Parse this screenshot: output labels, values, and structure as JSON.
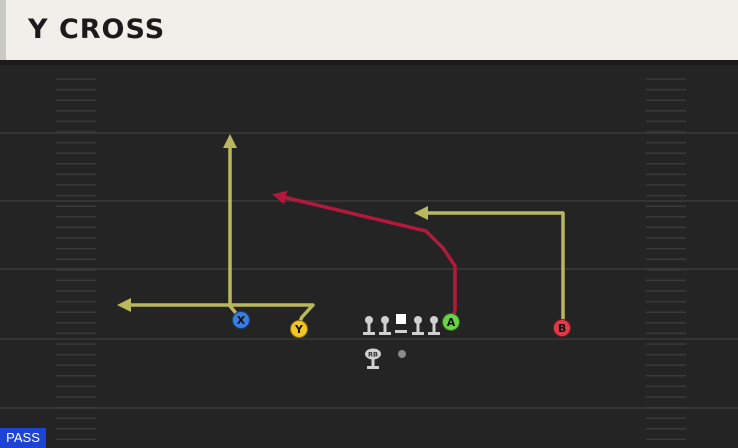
{
  "play": {
    "title": "Y CROSS",
    "type_badge": "PASS"
  },
  "receivers": [
    {
      "id": "X",
      "label": "X",
      "color": "#3a7ee2",
      "route_color": "#b9b85e"
    },
    {
      "id": "Y",
      "label": "Y",
      "color": "#f2c623",
      "route_color": "#b9b85e"
    },
    {
      "id": "A",
      "label": "A",
      "color": "#6cd14a",
      "route_color": "#b3193b"
    },
    {
      "id": "B",
      "label": "B",
      "color": "#e23b47",
      "route_color": "#b9b85e"
    }
  ],
  "backfield": {
    "rb_label": "RB"
  },
  "colors": {
    "field": "#242424",
    "yard_line": "#333333",
    "hash": "#3a3a3a",
    "route_default": "#b9b85e",
    "route_highlight": "#b3193b",
    "lineman": "#cfcfcf",
    "center": "#ffffff"
  }
}
